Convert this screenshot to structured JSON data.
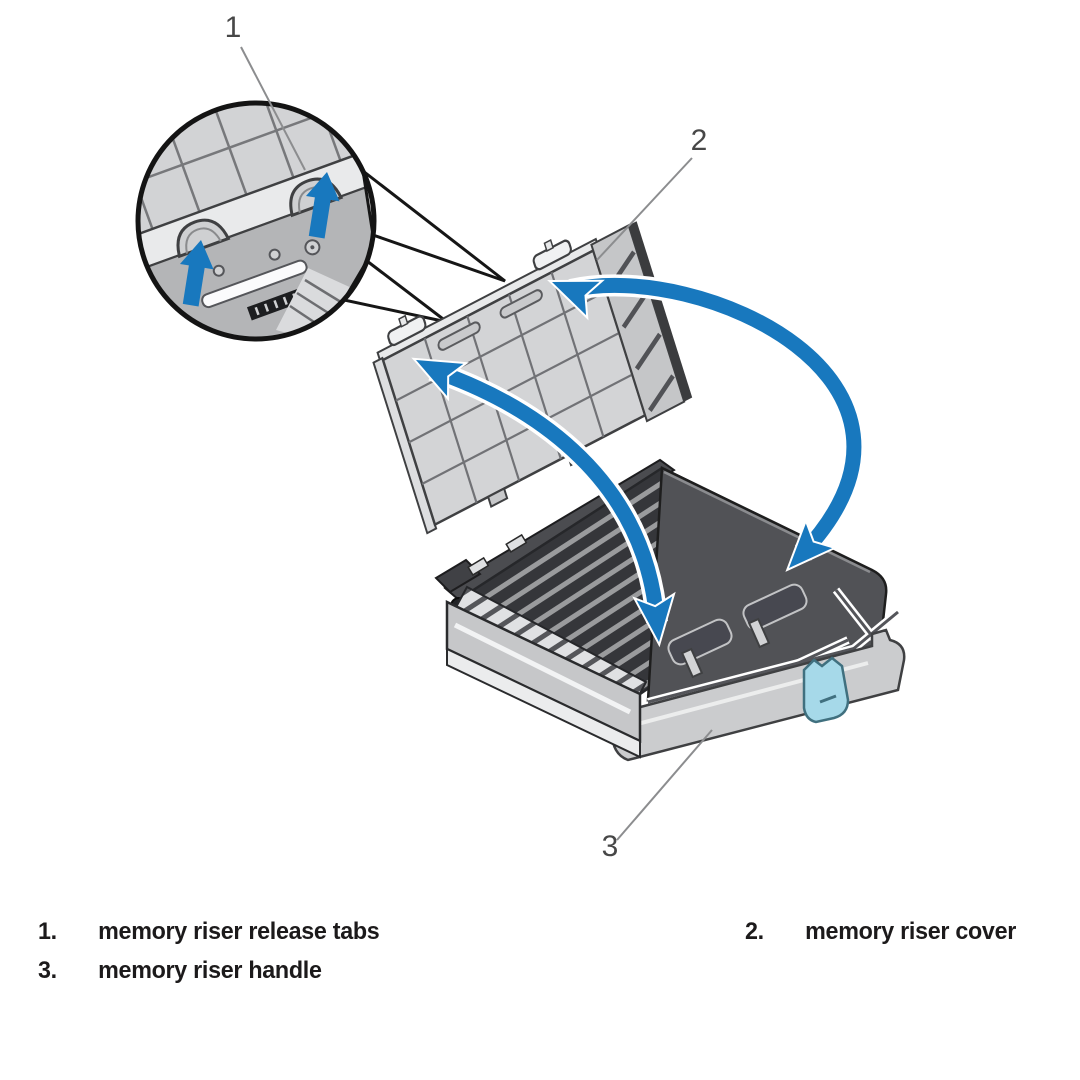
{
  "figure": {
    "markers": [
      {
        "id": "1"
      },
      {
        "id": "2"
      },
      {
        "id": "3"
      }
    ]
  },
  "legend": {
    "items": [
      {
        "number": "1.",
        "label": "memory riser release tabs"
      },
      {
        "number": "2.",
        "label": "memory riser cover"
      },
      {
        "number": "3.",
        "label": "memory riser handle"
      }
    ]
  },
  "colors": {
    "arrow_blue": "#1878BE",
    "latch_blue": "#A6D9E9",
    "line_gray": "#8C8D8F",
    "marker_gray": "#474747",
    "text_dark": "#1C1A1B"
  }
}
